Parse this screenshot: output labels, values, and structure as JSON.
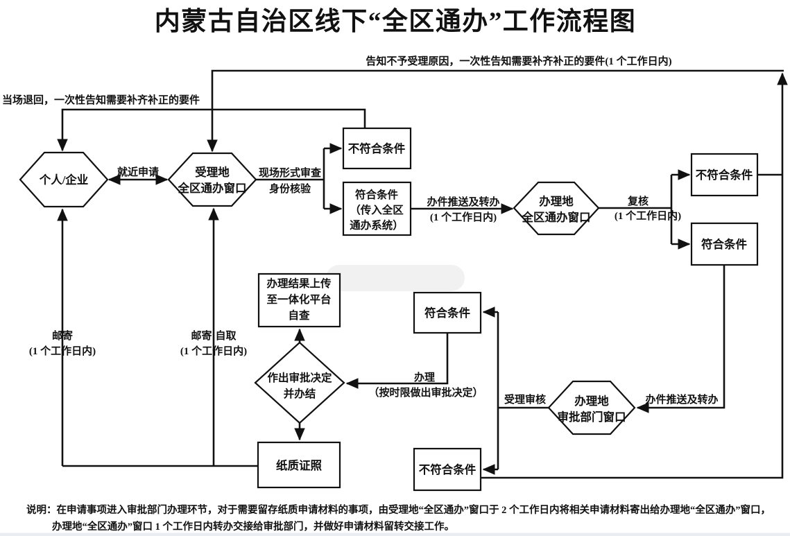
{
  "title": "内蒙古自治区线下“全区通办”工作流程图",
  "nodes": {
    "applicant": {
      "l1": "个人/企业"
    },
    "accept_window": {
      "l1": "受理地",
      "l2": "全区通办窗口"
    },
    "check_fail_1": {
      "l1": "不符合条件"
    },
    "check_pass_1": {
      "l1": "符合条件",
      "l2": "（传入全区",
      "l3": "通办系统）"
    },
    "handle_window": {
      "l1": "办理地",
      "l2": "全区通办窗口"
    },
    "check_fail_2": {
      "l1": "不符合条件"
    },
    "check_pass_2": {
      "l1": "符合条件"
    },
    "approval_window": {
      "l1": "办理地",
      "l2": "审批部门窗口"
    },
    "check_pass_3": {
      "l1": "符合条件"
    },
    "check_fail_3": {
      "l1": "不符合条件"
    },
    "upload_result": {
      "l1": "办理结果上传",
      "l2": "至一体化平台",
      "l3": "自查"
    },
    "decision": {
      "l1": "作出审批决定",
      "l2": "并办结"
    },
    "paper_license": {
      "l1": "纸质证照"
    }
  },
  "edge_labels": {
    "notice_top": "告知不予受理原因，一次性告知需要补齐补正的要件(1 个工作日内)",
    "onsite_return": "当场退回，一次性告知需要补齐补正的要件",
    "nearby_apply": "就近申请",
    "form_review_l1": "现场形式审查",
    "form_review_l2": "身份核验",
    "push_1_l1": "办件推送及转办",
    "push_1_l2": "(1 个工作日内)",
    "recheck_l1": "复核",
    "recheck_l2": "(1 个工作日内)",
    "push_2": "办件推送及转办",
    "accept_review": "受理审核",
    "process_l1": "办理",
    "process_l2": "（按时限做出审批决定）",
    "mail_l1": "邮寄",
    "mail_l2": "(1 个工作日内)",
    "mail_self_l1": "邮寄:自取",
    "mail_self_l2": "(1 个工作日内)"
  },
  "notes": {
    "line1": "说明：在申请事项进入审批部门办理环节，对于需要留存纸质申请材料的事项，由受理地“全区通办”窗口于 2 个工作日内将相关申请材料寄出给办理地“全区通办”窗口，",
    "line2": "办理地“全区通办”窗口 1 个工作日内转办交接给审批部门，并做好申请材料留转交接工作。"
  },
  "colors": {
    "ink": "#111111",
    "background": "#ffffff"
  }
}
